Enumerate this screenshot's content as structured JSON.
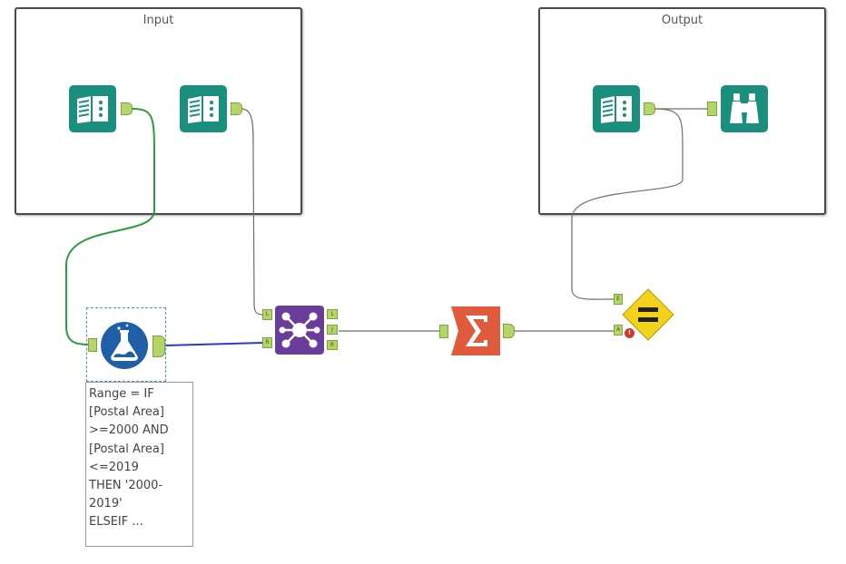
{
  "containers": {
    "input": {
      "title": "Input"
    },
    "output": {
      "title": "Output"
    }
  },
  "tools": {
    "input_data_1": {
      "icon": "book-icon",
      "color": "#1a8f7d"
    },
    "input_data_2": {
      "icon": "book-icon",
      "color": "#1a8f7d"
    },
    "formula": {
      "icon": "flask-icon",
      "color": "#1f5fa8"
    },
    "join": {
      "icon": "join-icon",
      "color": "#6a3c9c",
      "ports": {
        "left": "L",
        "right": "R",
        "in_left": "L",
        "in_right": "R",
        "join": "J"
      }
    },
    "summarize": {
      "icon": "sigma-icon",
      "color": "#e05a3c"
    },
    "test": {
      "icon": "equals-icon",
      "color": "#f2d21b",
      "ports": {
        "expected": "E",
        "actual": "A"
      }
    },
    "output_data": {
      "icon": "book-icon",
      "color": "#1a8f7d"
    },
    "browse": {
      "icon": "binoculars-icon",
      "color": "#1a8f7d"
    }
  },
  "annotation": {
    "text": "Range = IF\n[Postal Area]\n>=2000 AND\n[Postal Area]\n<=2019\nTHEN '2000-\n2019'\nELSEIF ..."
  },
  "colors": {
    "accent_green": "#2e9a3e",
    "accent_blue": "#2b3dbf",
    "connection_gray": "#6e6e6e",
    "error_red": "#d23a2a"
  },
  "error_marker": "!"
}
